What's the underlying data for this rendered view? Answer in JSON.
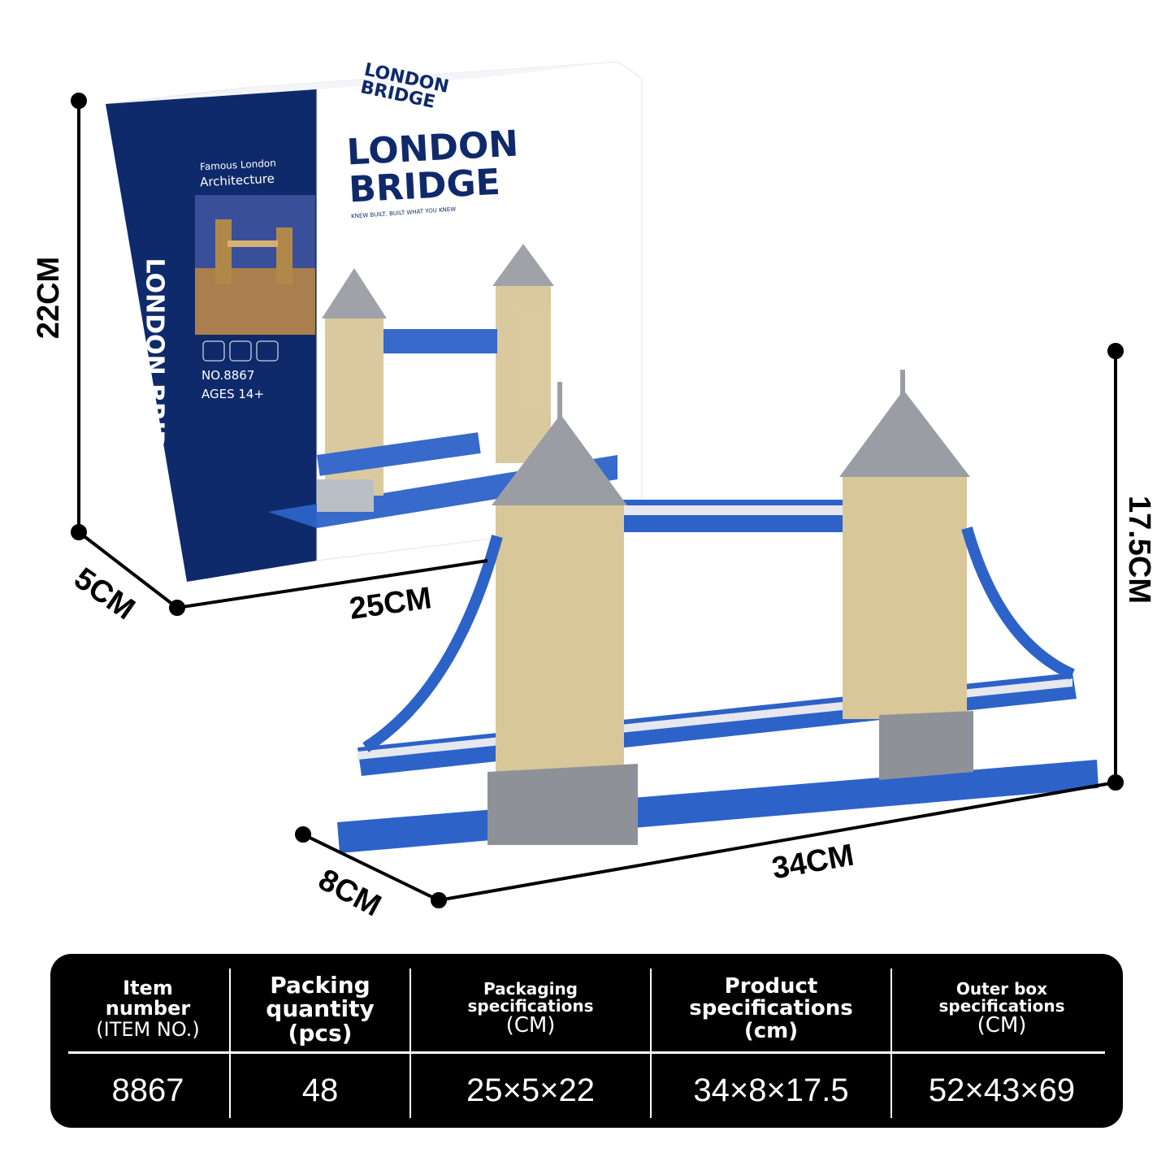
{
  "box": {
    "side_tagline_1": "Famous London",
    "side_tagline_2": "Architecture",
    "side_title": "LONDON BRIDGE",
    "item_no": "NO.8867",
    "ages": "AGES 14+",
    "front_title_1": "LONDON",
    "front_title_2": "BRIDGE",
    "front_slogan": "KNEW BUILT, BUILT WHAT YOU KNEW",
    "top_title_1": "LONDON",
    "top_title_2": "BRIDGE"
  },
  "dimensions": {
    "box_height": "22CM",
    "box_depth": "5CM",
    "box_width": "25CM",
    "product_height": "17.5CM",
    "product_width": "34CM",
    "product_depth": "8CM"
  },
  "colors": {
    "box_blue": "#0f2a6b",
    "brick_blue": "#2d63c8",
    "tan": "#d9c79a",
    "grey": "#9a9ea4"
  },
  "table": {
    "headers": [
      [
        "Item",
        "number",
        "(ITEM NO.)"
      ],
      [
        "Packing",
        "quantity",
        "(pcs)"
      ],
      [
        "Packaging",
        "specifications",
        "(CM)"
      ],
      [
        "Product",
        "specifications",
        "(cm)"
      ],
      [
        "Outer box",
        "specifications",
        "(CM)"
      ]
    ],
    "row": [
      "8867",
      "48",
      "25×5×22",
      "34×8×17.5",
      "52×43×69"
    ]
  }
}
